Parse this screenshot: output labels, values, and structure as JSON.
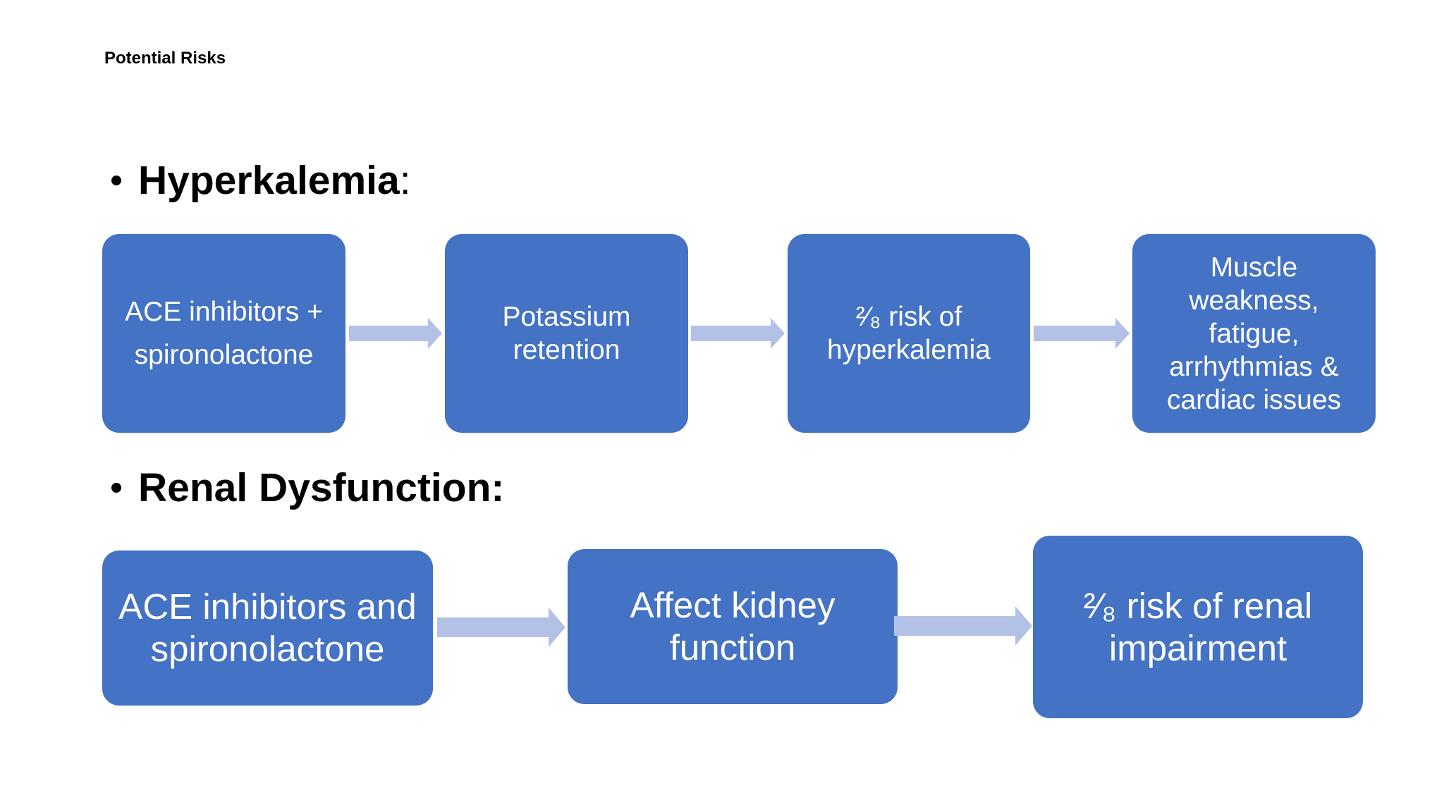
{
  "slide": {
    "title": "Potential Risks"
  },
  "hyperkalemia": {
    "heading": "Hyperkalemia",
    "heading_suffix": ":",
    "steps": [
      "ACE inhibitors + spironolactone",
      "Potassium retention",
      "²⁄₈ risk of hyperkalemia",
      "Muscle weakness, fatigue, arrhythmias & cardiac issues"
    ]
  },
  "renal": {
    "heading": "Renal Dysfunction:",
    "steps": [
      "ACE inhibitors and spironolactone",
      "Affect kidney function",
      "²⁄₈ risk of renal impairment"
    ]
  },
  "colors": {
    "box_fill": "#4472c4",
    "arrow_fill": "#b4c1e6",
    "box_text": "#ffffff"
  }
}
